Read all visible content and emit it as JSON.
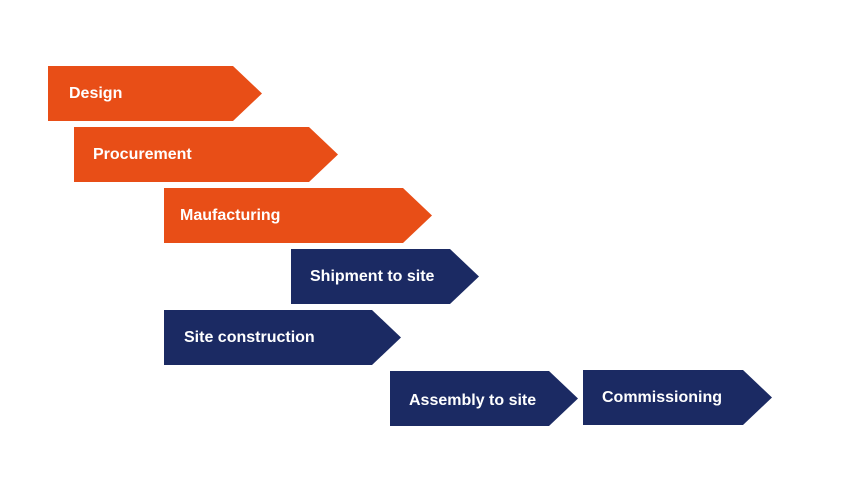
{
  "colors": {
    "orange": "#e84e17",
    "navy": "#1b2a63"
  },
  "steps": [
    {
      "label": "Design",
      "color": "orange"
    },
    {
      "label": "Procurement",
      "color": "orange"
    },
    {
      "label": "Maufacturing",
      "color": "orange"
    },
    {
      "label": "Shipment to site",
      "color": "navy"
    },
    {
      "label": "Site construction",
      "color": "navy"
    },
    {
      "label": "Assembly to site",
      "color": "navy"
    },
    {
      "label": "Commissioning",
      "color": "navy"
    }
  ]
}
